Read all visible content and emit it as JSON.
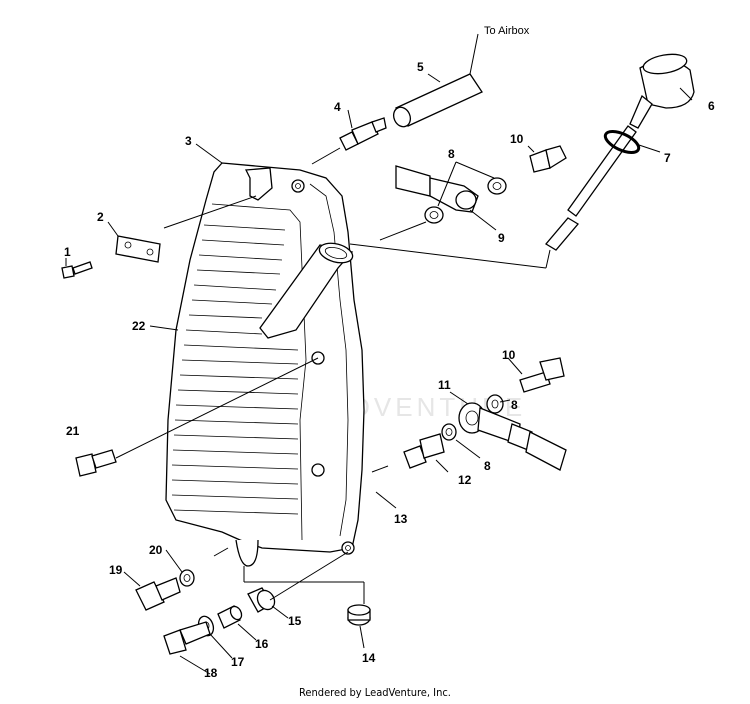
{
  "diagram": {
    "note_airbox": "To Airbox",
    "credit": "Rendered by LeadVenture, Inc.",
    "watermark": "LEADVENTURE",
    "callouts": [
      "1",
      "2",
      "3",
      "4",
      "5",
      "6",
      "7",
      "8",
      "8",
      "8",
      "9",
      "10",
      "10",
      "11",
      "12",
      "13",
      "14",
      "15",
      "16",
      "17",
      "18",
      "19",
      "20",
      "21",
      "22"
    ]
  }
}
